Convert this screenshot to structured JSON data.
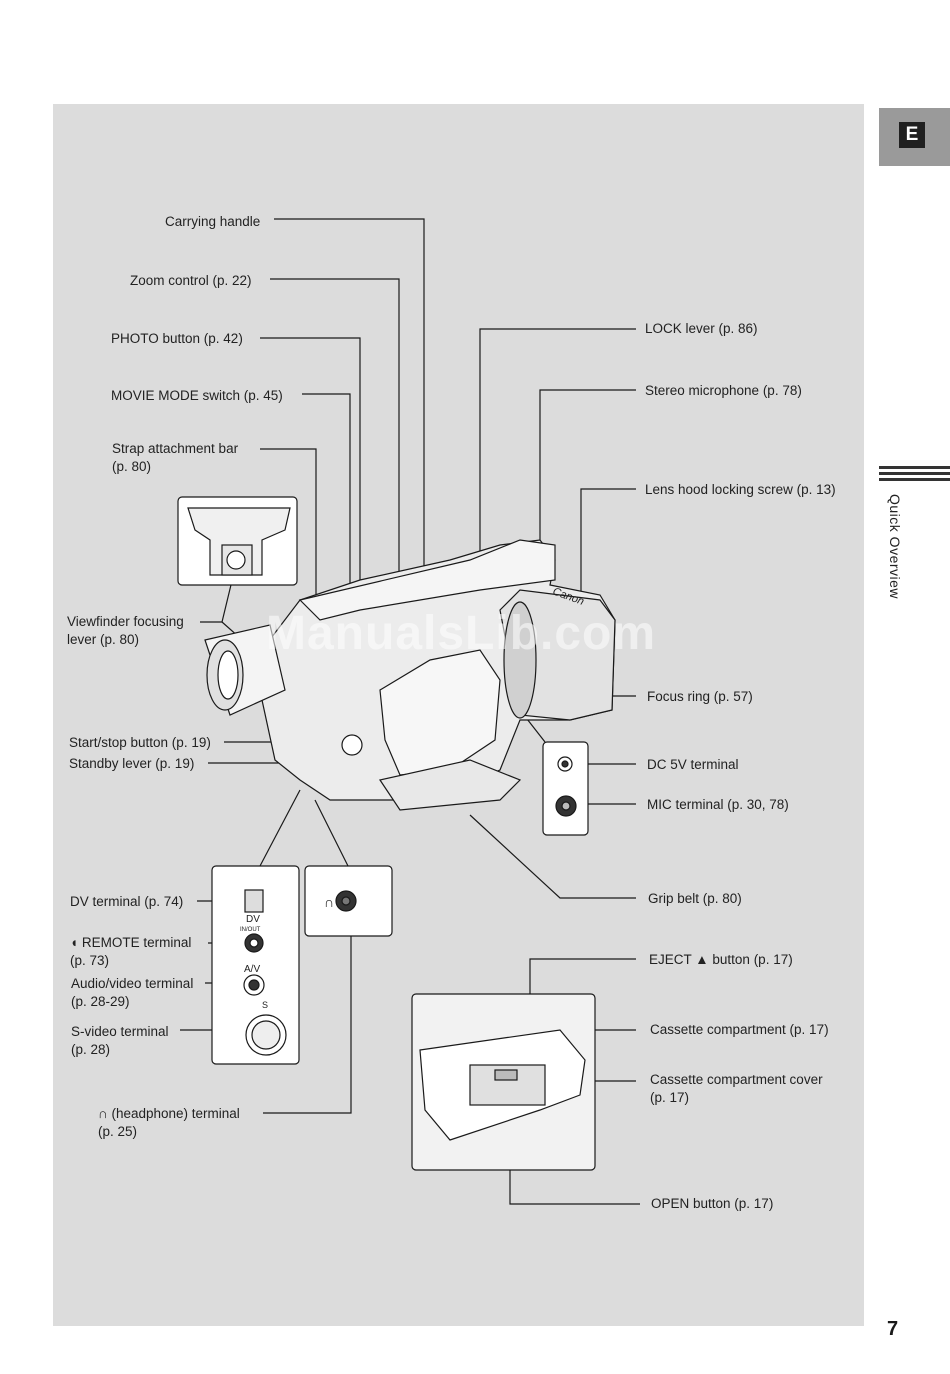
{
  "tab": {
    "letter": "E"
  },
  "side_label": "Quick Overview",
  "page_number": "7",
  "watermark": "ManualsLib.com",
  "labels": {
    "carrying_handle": "Carrying handle",
    "zoom_control": "Zoom control (p. 22)",
    "photo_button": "PHOTO button (p. 42)",
    "movie_mode": "MOVIE MODE switch (p. 45)",
    "strap_bar_1": "Strap attachment  bar",
    "strap_bar_2": "(p. 80)",
    "vf_focus_1": "Viewfinder focusing",
    "vf_focus_2": "lever (p. 80)",
    "start_stop": "Start/stop button (p. 19)",
    "standby": "Standby lever (p. 19)",
    "dv_terminal": "DV terminal (p. 74)",
    "remote_1": "REMOTE terminal",
    "remote_2": "(p. 73)",
    "av_1": "Audio/video terminal",
    "av_2": "(p. 28-29)",
    "svideo_1": "S-video terminal",
    "svideo_2": "(p. 28)",
    "headphone_1": "(headphone) terminal",
    "headphone_2": "(p. 25)",
    "lock_lever": "LOCK lever (p. 86)",
    "stereo_mic": "Stereo microphone (p. 78)",
    "lens_hood": "Lens hood locking screw (p. 13)",
    "focus_ring": "Focus ring (p. 57)",
    "dc_5v": "DC 5V terminal",
    "mic_terminal": "MIC terminal (p. 30, 78)",
    "grip_belt": "Grip belt (p. 80)",
    "eject_1": "EJECT",
    "eject_2": "button (p. 17)",
    "cassette_comp": "Cassette compartment (p. 17)",
    "cassette_cover_1": "Cassette compartment cover",
    "cassette_cover_2": "(p. 17)",
    "open_button": "OPEN button (p. 17)"
  },
  "jack_labels": {
    "dv": "DV",
    "dv_inout": "IN/OUT",
    "av": "A/V",
    "s": "S"
  },
  "camera_brand": "Canon"
}
